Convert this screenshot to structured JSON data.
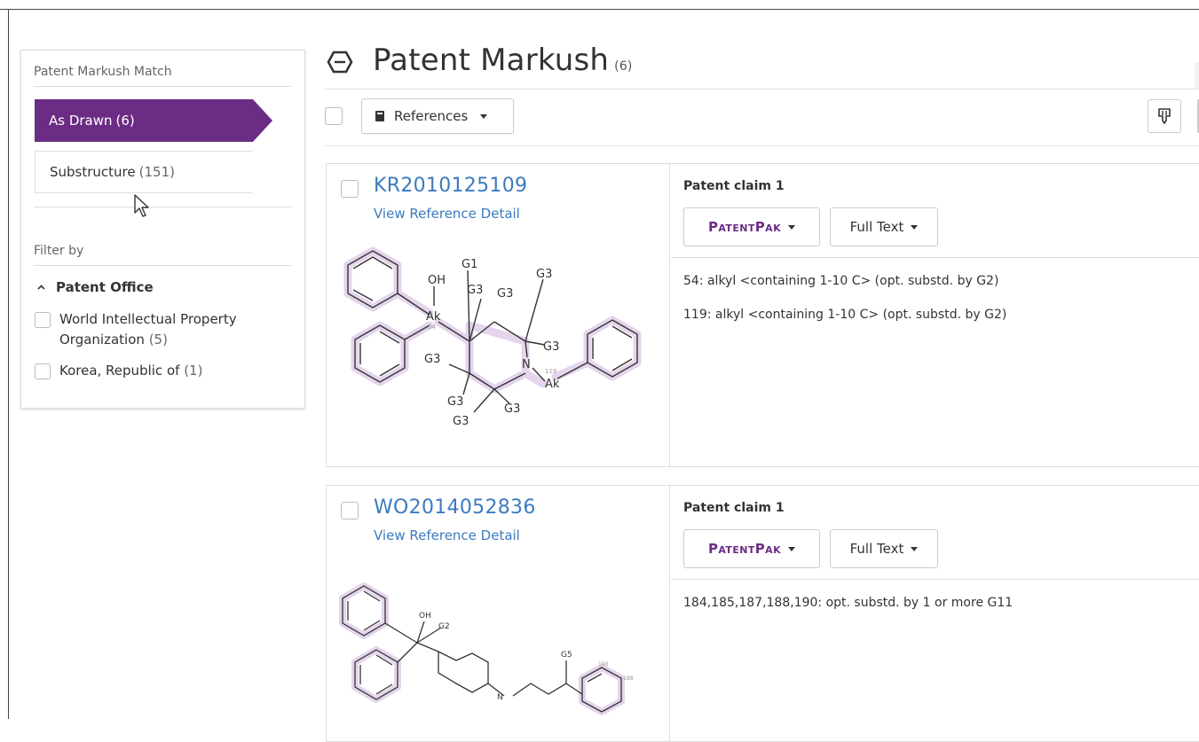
{
  "sidebar": {
    "match_title": "Patent Markush Match",
    "match_options": [
      {
        "label": "As Drawn",
        "count": "(6)",
        "active": true
      },
      {
        "label": "Substructure",
        "count": "(151)",
        "active": false
      }
    ],
    "filter_title": "Filter by",
    "facet": {
      "title": "Patent Office",
      "items": [
        {
          "label_line1": "World Intellectual Property",
          "label_line2": "Organization",
          "count": "(5)"
        },
        {
          "label_line1": "Korea, Republic of",
          "label_line2": "",
          "count": "(1)"
        }
      ]
    }
  },
  "header": {
    "title": "Patent Markush",
    "count": "(6)"
  },
  "toolbar": {
    "references_label": "References"
  },
  "results": [
    {
      "patent_number": "KR2010125109",
      "view_detail": "View Reference Detail",
      "claim_title": "Patent claim 1",
      "patentpak_label": "PatentPak",
      "fulltext_label": "Full Text",
      "claims": [
        "54: alkyl <containing 1-10 C> (opt. substd. by G2)",
        "119: alkyl <containing 1-10 C> (opt. substd. by G2)"
      ],
      "structure_labels": {
        "g1": "G1",
        "g3": "G3",
        "oh": "OH",
        "ak": "Ak",
        "n": "N",
        "n54": "54",
        "n119": "119"
      }
    },
    {
      "patent_number": "WO2014052836",
      "view_detail": "View Reference Detail",
      "claim_title": "Patent claim 1",
      "patentpak_label": "PatentPak",
      "fulltext_label": "Full Text",
      "claims": [
        "184,185,187,188,190: opt. substd. by 1 or more G11"
      ],
      "structure_labels": {
        "oh": "OH",
        "g2": "G2",
        "g5": "G5",
        "n": "N",
        "n190": "190",
        "n188": "188"
      }
    }
  ],
  "colors": {
    "accent": "#6b2c85",
    "link": "#3b7bbf"
  }
}
